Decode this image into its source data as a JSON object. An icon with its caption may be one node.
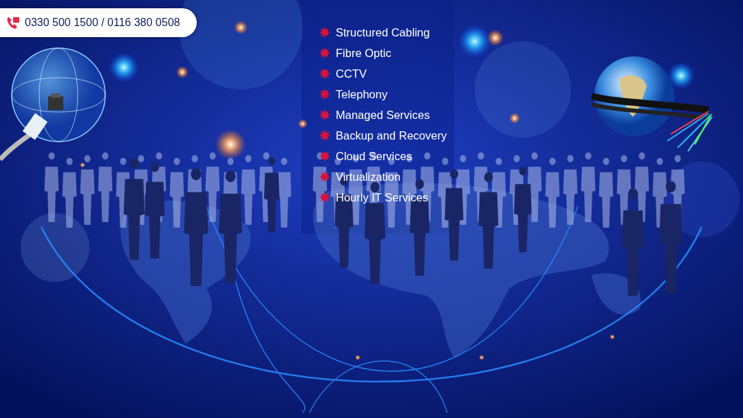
{
  "diagram": {
    "labels": [
      "0330 500 1500 / 0116 380 0508",
      "Structured Cabling",
      "Fibre Optic",
      "CCTV",
      "Telephony",
      "Managed Services",
      "Backup and Recovery",
      "Cloud Services",
      "Virtualization",
      "Hourly IT Services"
    ]
  }
}
